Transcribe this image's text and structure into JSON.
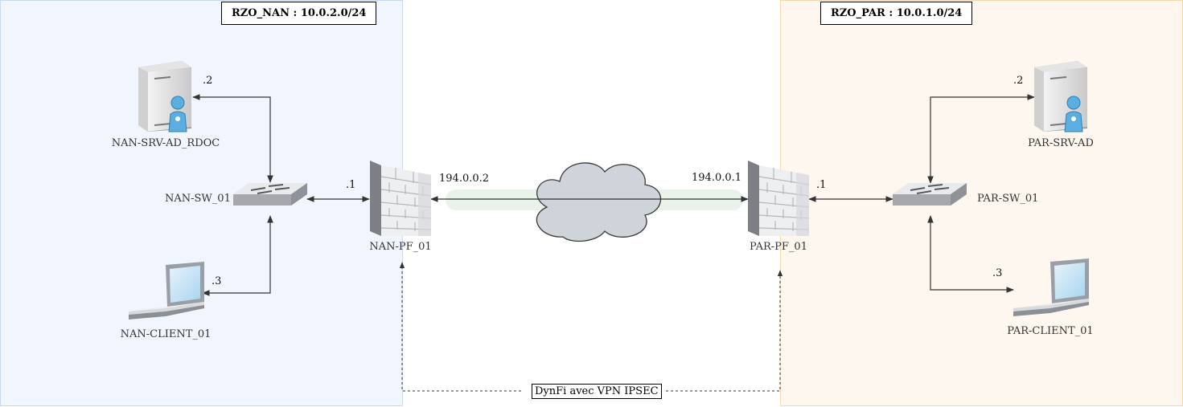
{
  "zones": {
    "nan": {
      "title": "RZO_NAN : 10.0.2.0/24",
      "fill": "#f1f6fe",
      "stroke": "#c7d8f2"
    },
    "par": {
      "title": "RZO_PAR : 10.0.1.0/24",
      "fill": "#fef7ef",
      "stroke": "#f4d9ad"
    }
  },
  "nodes": {
    "nan_srv": {
      "label": "NAN-SRV-AD_RDOC",
      "icon": "server-user-icon"
    },
    "nan_sw": {
      "label": "NAN-SW_01",
      "icon": "switch-icon"
    },
    "nan_client": {
      "label": "NAN-CLIENT_01",
      "icon": "laptop-icon"
    },
    "nan_fw": {
      "label": "NAN-PF_01",
      "icon": "firewall-icon"
    },
    "par_srv": {
      "label": "PAR-SRV-AD",
      "icon": "server-user-icon"
    },
    "par_sw": {
      "label": "PAR-SW_01",
      "icon": "switch-icon"
    },
    "par_client": {
      "label": "PAR-CLIENT_01",
      "icon": "laptop-icon"
    },
    "par_fw": {
      "label": "PAR-PF_01",
      "icon": "firewall-icon"
    },
    "cloud": {
      "icon": "cloud-icon"
    }
  },
  "ip_labels": {
    "nan_srv": ".2",
    "nan_fw": ".1",
    "nan_client": ".3",
    "par_srv": ".2",
    "par_fw": ".1",
    "par_client": ".3",
    "nan_wan": "194.0.0.2",
    "par_wan": "194.0.0.1"
  },
  "management": {
    "label": "DynFi avec VPN IPSEC"
  },
  "colors": {
    "tunnel": "#d5e8d4",
    "cloud": "#cfd3da",
    "line": "#333333"
  }
}
